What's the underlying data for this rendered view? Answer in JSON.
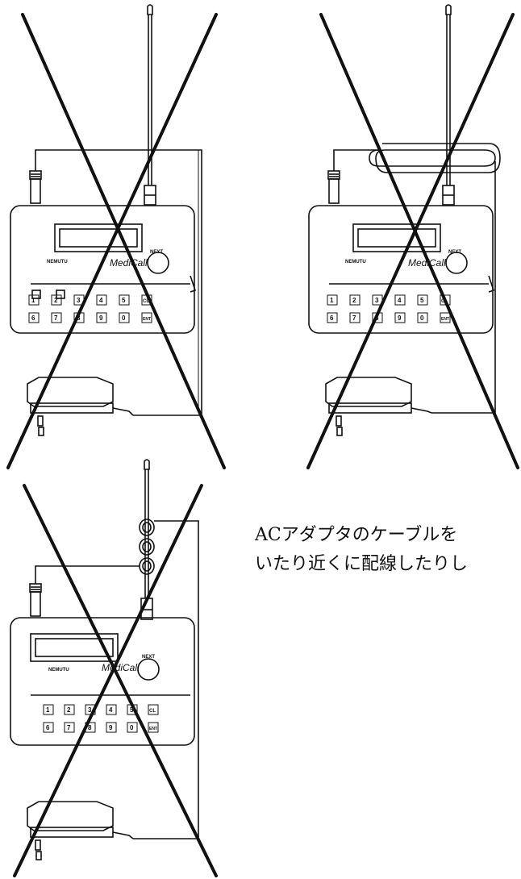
{
  "device": {
    "brand_label": "NEMUTU",
    "logo_text": "MediCall",
    "next_label": "NEXT",
    "keypad_top": [
      "1",
      "2",
      "3",
      "4",
      "5",
      "CL"
    ],
    "keypad_bottom": [
      "6",
      "7",
      "8",
      "9",
      "0",
      "ENT"
    ]
  },
  "caption": {
    "line1": "ACアダプタのケーブルを",
    "line2": "いたり近くに配線したりし"
  },
  "colors": {
    "line": "#111111",
    "background": "#ffffff"
  }
}
